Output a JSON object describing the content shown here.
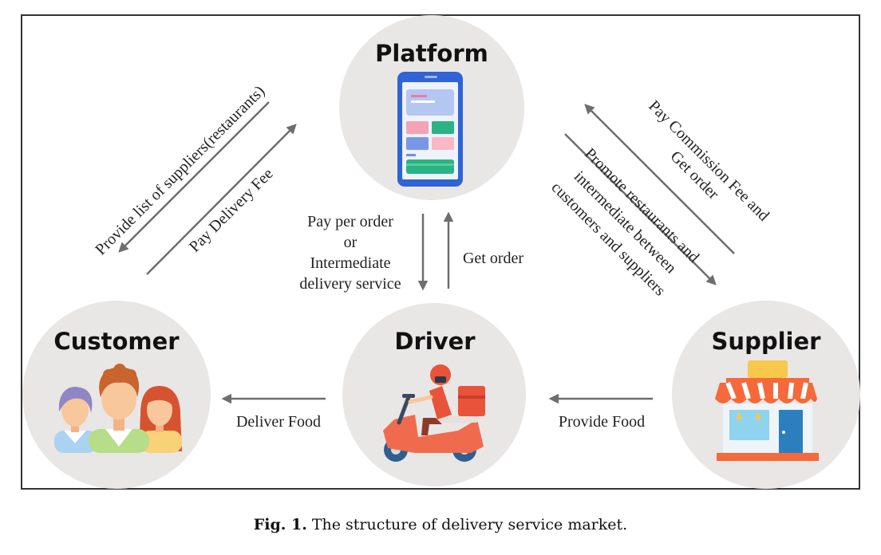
{
  "nodes": {
    "platform": "Platform",
    "customer": "Customer",
    "driver": "Driver",
    "supplier": "Supplier"
  },
  "edges": {
    "provide_list": "Provide list of suppliers(restaurants)",
    "pay_delivery_fee": "Pay Delivery Fee",
    "pay_per_order_lines": [
      "Pay per order",
      "or",
      "Intermediate",
      "delivery service"
    ],
    "get_order_driver": "Get order",
    "pay_commission_lines": [
      "Pay Commission Fee and",
      "Get order"
    ],
    "promote_lines": [
      "Promote restaurants and",
      "intermediate between",
      "customers and suppliers"
    ],
    "deliver_food": "Deliver Food",
    "provide_food": "Provide Food"
  },
  "caption": {
    "label": "Fig. 1.",
    "text": "The structure of delivery service market."
  },
  "colors": {
    "node_circle": "#e9e6e6",
    "arrow": "#6e6e6e",
    "phone_body": "#2f63d6",
    "awning": "#f5693a",
    "driver_red": "#e95a3f"
  }
}
